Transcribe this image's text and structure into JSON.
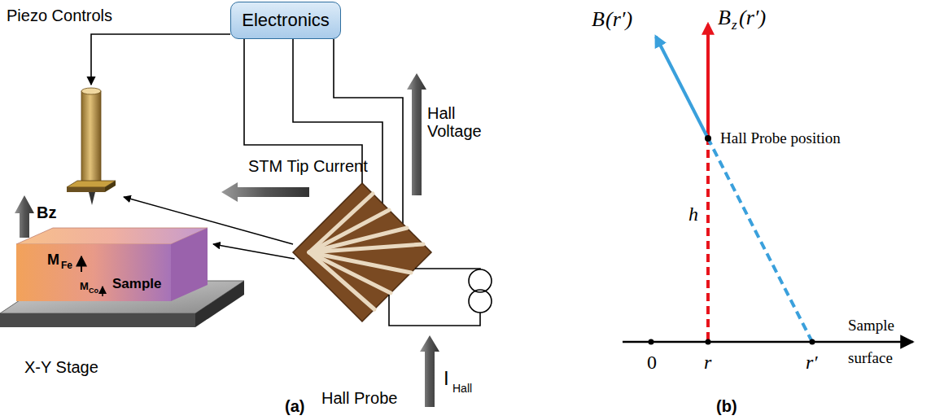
{
  "diagram": {
    "nodes": [
      {
        "text": [
          "Electronics"
        ]
      }
    ],
    "labels": [
      "Piezo Controls",
      "STM Tip Current",
      "Hall Voltage",
      "I",
      "Hall",
      "Bz",
      "M",
      "Fe",
      "M",
      "Co",
      "Sample",
      "X-Y Stage",
      "Hall Probe",
      "(a)",
      "B",
      "(r′)",
      "B",
      "z",
      "(r′)",
      "Hall Probe position",
      "h",
      "Sample surface",
      "0",
      "r",
      "r′",
      "(b)"
    ]
  }
}
